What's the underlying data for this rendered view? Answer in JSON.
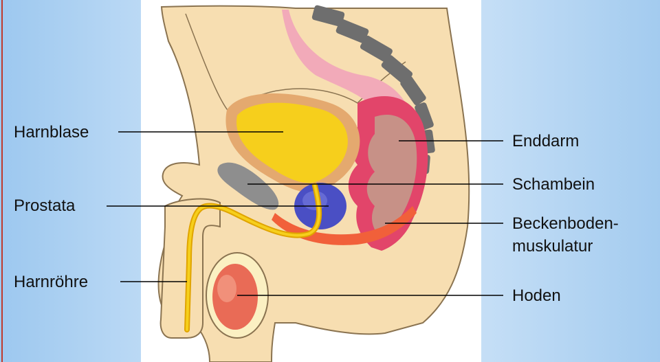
{
  "labels": {
    "harnblase": "Harnblase",
    "prostata": "Prostata",
    "harnroehre": "Harnröhre",
    "enddarm": "Enddarm",
    "schambein": "Schambein",
    "beckenboden_line1": "Beckenboden-",
    "beckenboden_line2": "muskulatur",
    "hoden": "Hoden"
  },
  "colors": {
    "skin": "#f7deb1",
    "outline": "#8a7350",
    "bladder": "#f6cf1c",
    "prostate": "#4a4fc4",
    "rectum": "#e2456a",
    "bone": "#8e8e8e",
    "testis": "#e96b56"
  }
}
